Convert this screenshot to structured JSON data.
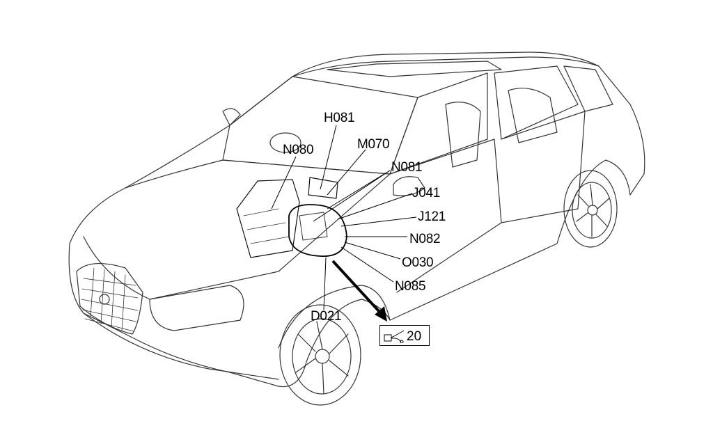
{
  "diagram": {
    "subject": "hatchback car outline with component locations",
    "callouts": [
      {
        "id": "H081",
        "label": "H081"
      },
      {
        "id": "N080",
        "label": "N080"
      },
      {
        "id": "M070",
        "label": "M070"
      },
      {
        "id": "N081",
        "label": "N081"
      },
      {
        "id": "J041",
        "label": "J041"
      },
      {
        "id": "J121",
        "label": "J121"
      },
      {
        "id": "N082",
        "label": "N082"
      },
      {
        "id": "O030",
        "label": "O030"
      },
      {
        "id": "N085",
        "label": "N085"
      },
      {
        "id": "D021",
        "label": "D021"
      }
    ],
    "reference": {
      "number": "20",
      "icon": "connector-icon"
    }
  }
}
